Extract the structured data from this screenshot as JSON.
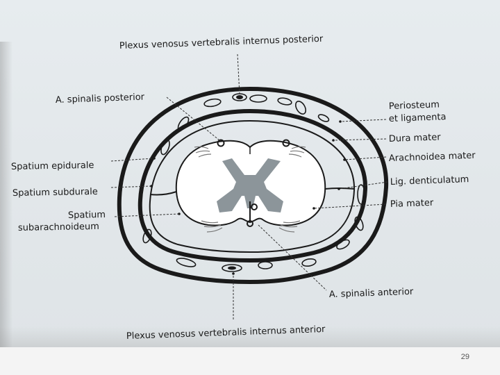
{
  "labels": {
    "plexus_posterior": "Plexus venosus vertebralis internus posterior",
    "a_spinalis_posterior": "A. spinalis posterior",
    "periosteum_line1": "Periosteum",
    "periosteum_line2": "et ligamenta",
    "dura_mater": "Dura mater",
    "arachnoidea_mater": "Arachnoidea mater",
    "lig_denticulatum": "Lig. denticulatum",
    "pia_mater": "Pia mater",
    "spatium_epidurale": "Spatium epidurale",
    "spatium_subdurale": "Spatium subdurale",
    "spatium_sub_line1": "Spatium",
    "spatium_sub_line2": "subarachnoideum",
    "a_spinalis_anterior": "A. spinalis anterior",
    "plexus_anterior": "Plexus venosus vertebralis internus anterior"
  },
  "page_number": "29",
  "colors": {
    "ink": "#1a1a1a",
    "grey_matter": "#8c959a",
    "background": "#e4e9ec"
  }
}
